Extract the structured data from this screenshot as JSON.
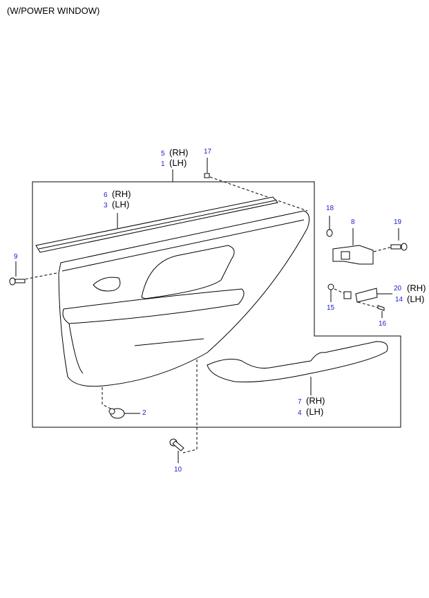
{
  "title": "(W/POWER WINDOW)",
  "callouts": {
    "door_trim_panel": {
      "rh_no": "5",
      "rh": "(RH)",
      "lh_no": "1",
      "lh": "(LH)"
    },
    "weatherstrip": {
      "rh_no": "6",
      "rh": "(RH)",
      "lh_no": "3",
      "lh": "(LH)"
    },
    "armrest": {
      "rh_no": "7",
      "rh": "(RH)",
      "lh_no": "4",
      "lh": "(LH)"
    },
    "bracket": {
      "rh_no": "20",
      "rh": "(RH)",
      "lh_no": "14",
      "lh": "(LH)"
    },
    "p17": "17",
    "p9": "9",
    "p18": "18",
    "p8": "8",
    "p19": "19",
    "p15": "15",
    "p16": "16",
    "p2": "2",
    "p10": "10"
  },
  "colors": {
    "callout": "#1a1acc",
    "line": "#000000"
  }
}
